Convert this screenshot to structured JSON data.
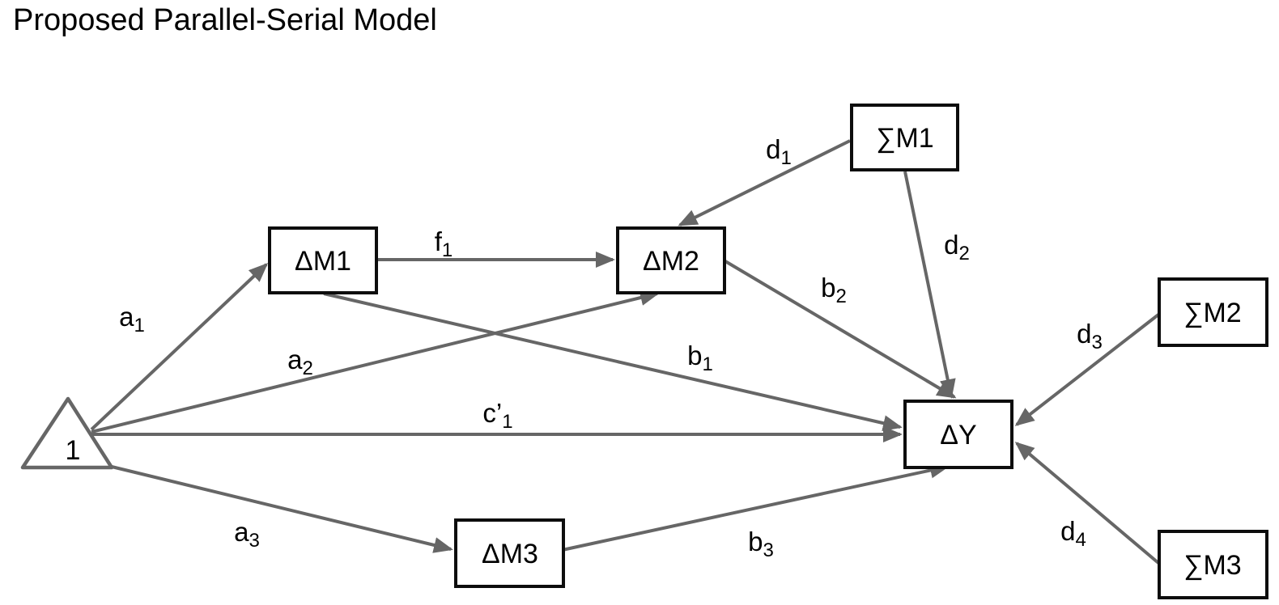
{
  "title": "Proposed Parallel-Serial Model",
  "colors": {
    "background": "#ffffff",
    "line": "#666666",
    "box_border": "#0d0d0d",
    "text": "#000000"
  },
  "nodes": {
    "constant": {
      "label": "1",
      "shape": "triangle"
    },
    "dM1": {
      "label": "ΔM1",
      "shape": "rectangle"
    },
    "dM2": {
      "label": "ΔM2",
      "shape": "rectangle"
    },
    "dM3": {
      "label": "ΔM3",
      "shape": "rectangle"
    },
    "dY": {
      "label": "ΔY",
      "shape": "rectangle"
    },
    "sM1": {
      "label": "∑M1",
      "shape": "rectangle"
    },
    "sM2": {
      "label": "∑M2",
      "shape": "rectangle"
    },
    "sM3": {
      "label": "∑M3",
      "shape": "rectangle"
    }
  },
  "paths": {
    "a1": {
      "base": "a",
      "sub": "1",
      "from": "constant",
      "to": "dM1"
    },
    "a2": {
      "base": "a",
      "sub": "2",
      "from": "constant",
      "to": "dM2"
    },
    "a3": {
      "base": "a",
      "sub": "3",
      "from": "constant",
      "to": "dM3"
    },
    "c1": {
      "base": "c’",
      "sub": "1",
      "from": "constant",
      "to": "dY"
    },
    "f1": {
      "base": "f",
      "sub": "1",
      "from": "dM1",
      "to": "dM2"
    },
    "b1": {
      "base": "b",
      "sub": "1",
      "from": "dM1",
      "to": "dY"
    },
    "b2": {
      "base": "b",
      "sub": "2",
      "from": "dM2",
      "to": "dY"
    },
    "b3": {
      "base": "b",
      "sub": "3",
      "from": "dM3",
      "to": "dY"
    },
    "d1": {
      "base": "d",
      "sub": "1",
      "from": "sM1",
      "to": "dM2"
    },
    "d2": {
      "base": "d",
      "sub": "2",
      "from": "sM1",
      "to": "dY"
    },
    "d3": {
      "base": "d",
      "sub": "3",
      "from": "sM2",
      "to": "dY"
    },
    "d4": {
      "base": "d",
      "sub": "4",
      "from": "sM3",
      "to": "dY"
    }
  }
}
